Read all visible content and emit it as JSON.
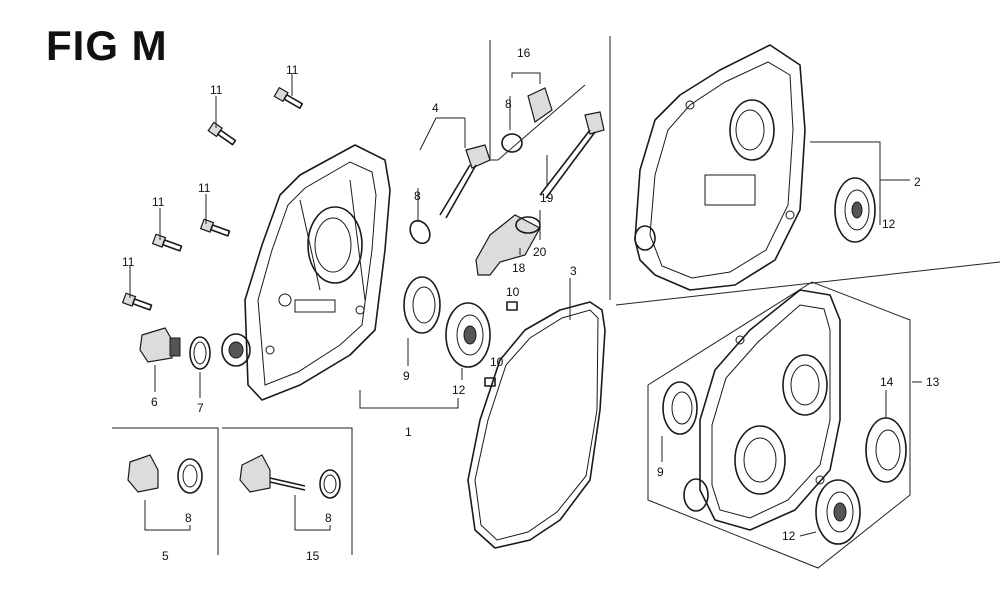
{
  "figure": {
    "title": "FIG M"
  },
  "labels": {
    "p1": "1",
    "p2": "2",
    "p3": "3",
    "p4": "4",
    "p5": "5",
    "p6": "6",
    "p7": "7",
    "p8a": "8",
    "p8b": "8",
    "p8c": "8",
    "p8d": "8",
    "p9a": "9",
    "p9b": "9",
    "p10a": "10",
    "p10b": "10",
    "p11a": "11",
    "p11b": "11",
    "p11c": "11",
    "p11d": "11",
    "p11e": "11",
    "p12a": "12",
    "p12b": "12",
    "p12c": "12",
    "p13": "13",
    "p14": "14",
    "p15": "15",
    "p16": "16",
    "p18": "18",
    "p19": "19",
    "p20": "20"
  }
}
